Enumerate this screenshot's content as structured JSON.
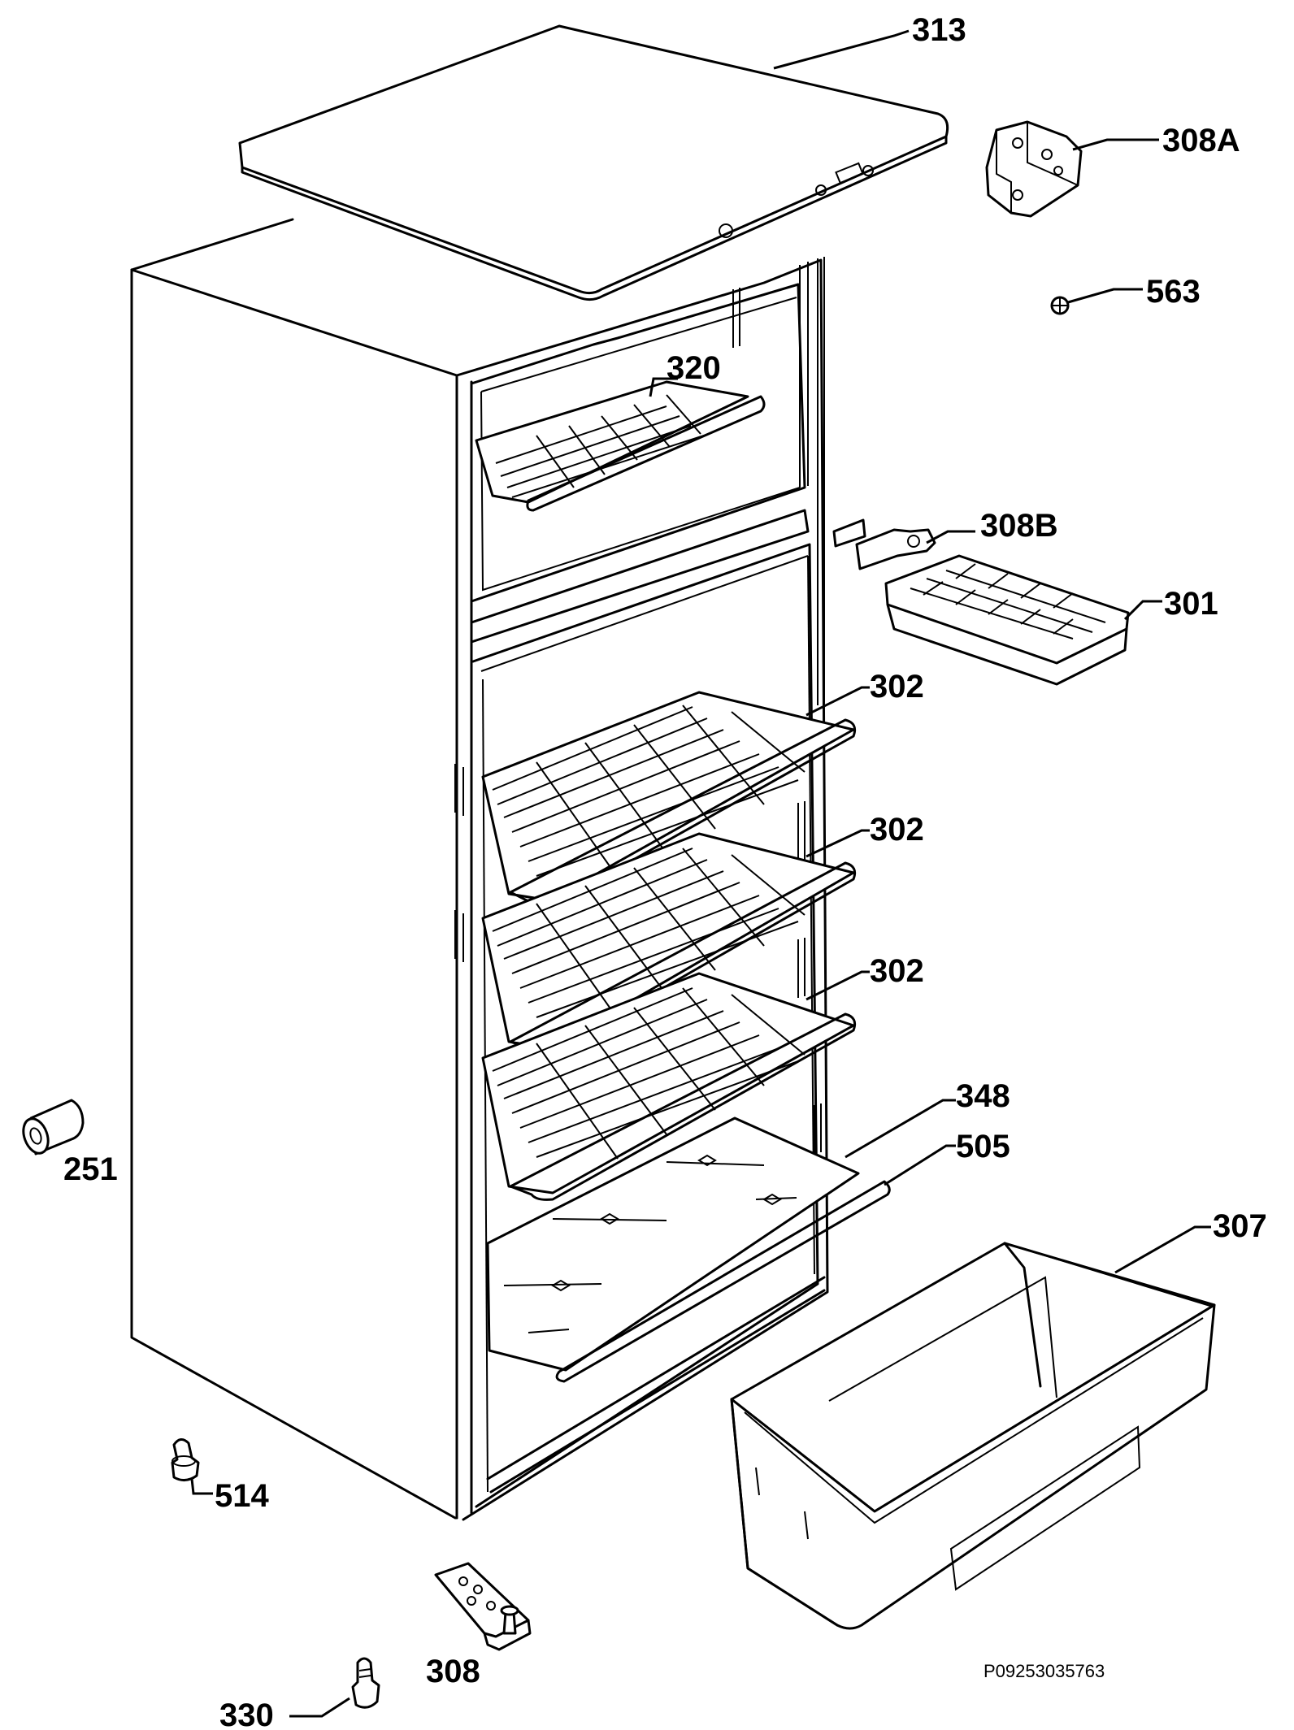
{
  "labels": {
    "top_cover": "313",
    "hinge_top": "308A",
    "screw_563": "563",
    "freezer_grid": "320",
    "hinge_mid": "308B",
    "ice_tray": "301",
    "shelf_1": "302",
    "shelf_2": "302",
    "shelf_3": "302",
    "glass_shelf": "348",
    "shelf_trim": "505",
    "crisper_drawer": "307",
    "cap_251": "251",
    "foot_514": "514",
    "hinge_bottom": "308",
    "foot_330": "330"
  },
  "drawing_code": "P09253035763"
}
